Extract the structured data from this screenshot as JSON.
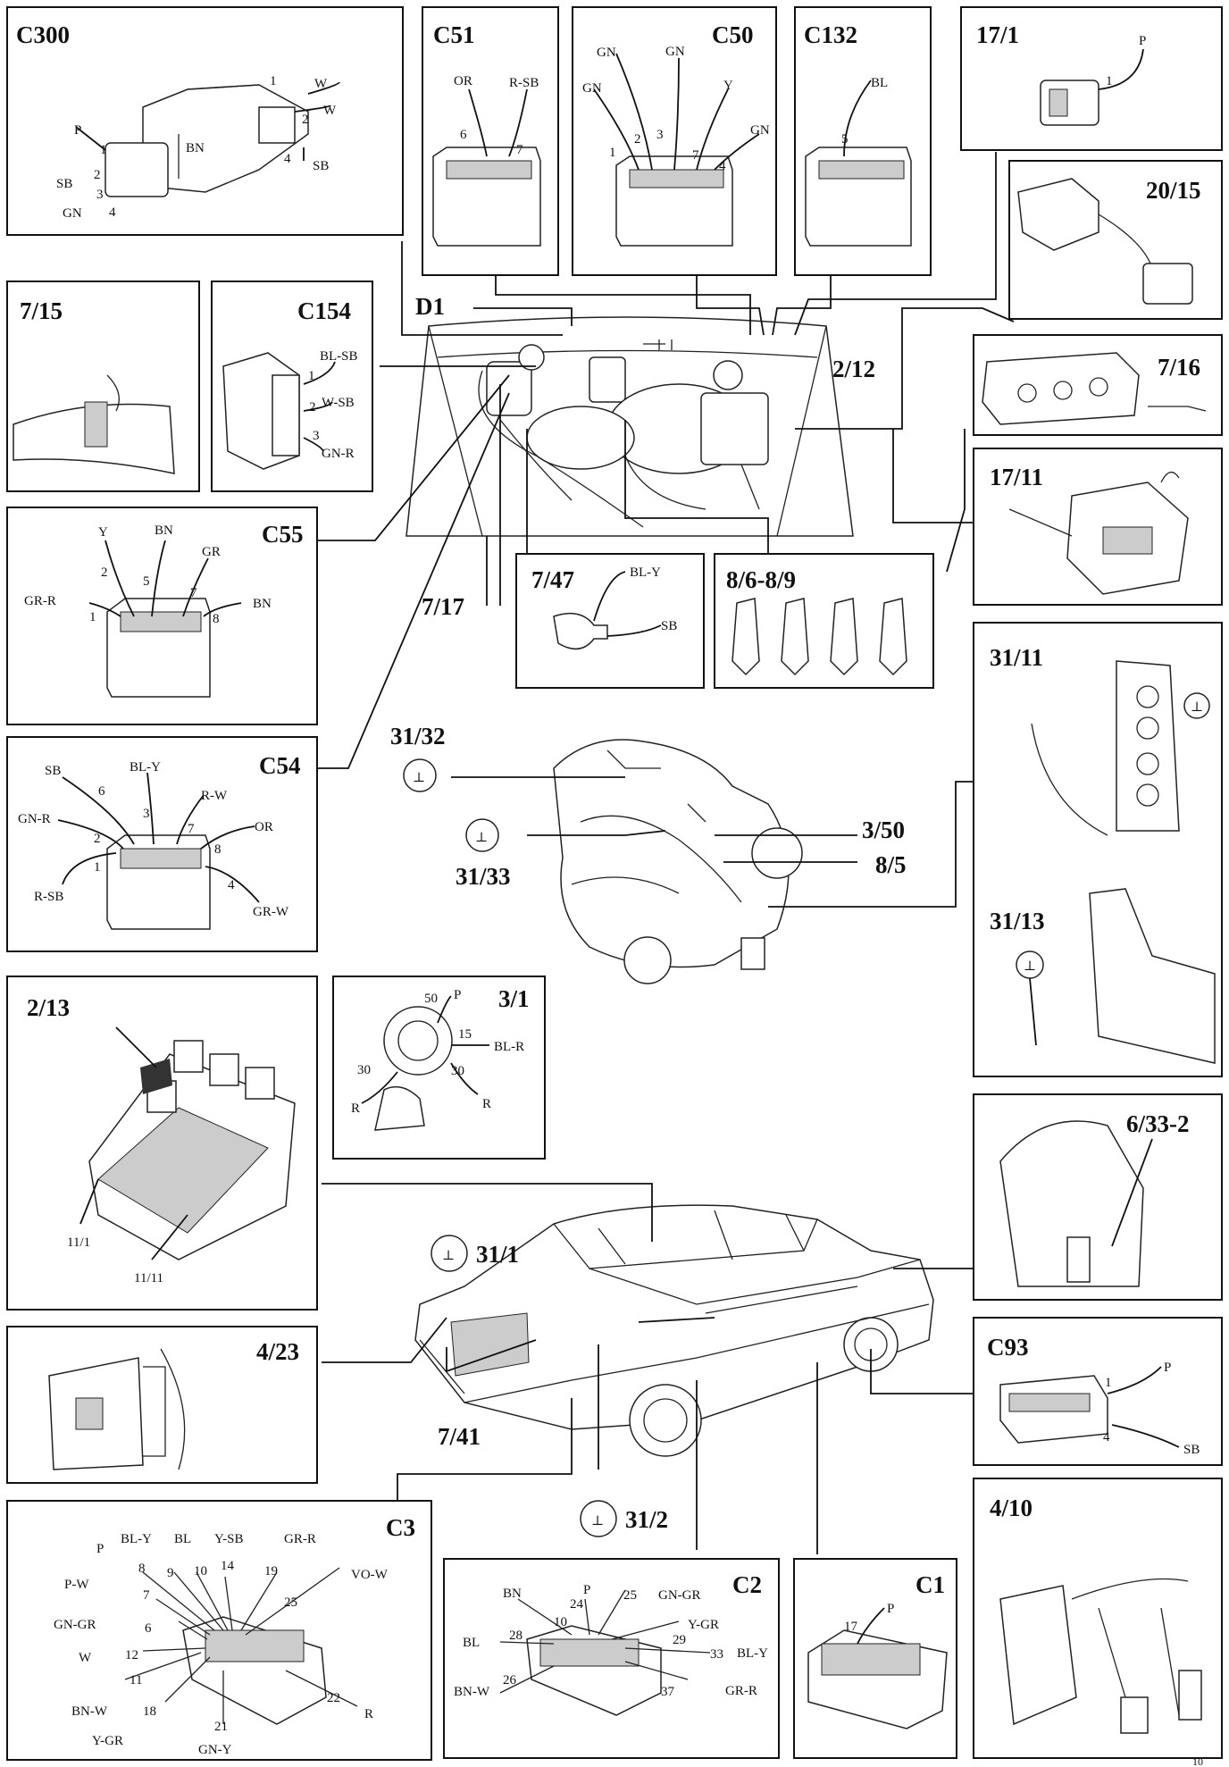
{
  "components": {
    "c300": {
      "title": "C300",
      "wires": [
        "W",
        "W",
        "SB",
        "P",
        "SB",
        "GN",
        "BN"
      ],
      "pins": [
        "1",
        "2",
        "4",
        "1",
        "2",
        "3",
        "4"
      ]
    },
    "c51": {
      "title": "C51",
      "wires": [
        "OR",
        "R-SB"
      ],
      "pins": [
        "6",
        "7"
      ]
    },
    "c50": {
      "title": "C50",
      "wires": [
        "GN",
        "GN",
        "GN",
        "Y",
        "GN"
      ],
      "pins": [
        "1",
        "2",
        "3",
        "7",
        "4"
      ]
    },
    "c132": {
      "title": "C132",
      "wires": [
        "BL"
      ],
      "pins": [
        "5"
      ]
    },
    "c17_1": {
      "title": "17/1",
      "wires": [
        "P"
      ],
      "pins": [
        "1"
      ]
    },
    "c20_15": {
      "title": "20/15"
    },
    "c7_15": {
      "title": "7/15"
    },
    "c154": {
      "title": "C154",
      "wires": [
        "BL-SB",
        "W-SB",
        "GN-R"
      ],
      "pins": [
        "1",
        "2",
        "3"
      ]
    },
    "d1": {
      "title": "D1"
    },
    "c2_12": {
      "title": "2/12"
    },
    "c7_16": {
      "title": "7/16"
    },
    "c17_11": {
      "title": "17/11"
    },
    "c55": {
      "title": "C55",
      "wires": [
        "Y",
        "BN",
        "GR",
        "GR-R",
        "BN"
      ],
      "pins": [
        "2",
        "5",
        "7",
        "1",
        "8"
      ]
    },
    "c7_17": {
      "title": "7/17"
    },
    "c7_47": {
      "title": "7/47",
      "wires": [
        "BL-Y",
        "SB"
      ]
    },
    "c8_6": {
      "title": "8/6-8/9"
    },
    "c31_11": {
      "title": "31/11"
    },
    "c54": {
      "title": "C54",
      "wires": [
        "SB",
        "BL-Y",
        "R-W",
        "GN-R",
        "OR",
        "R-SB",
        "GR-W"
      ],
      "pins": [
        "6",
        "3",
        "7",
        "2",
        "8",
        "1",
        "4"
      ]
    },
    "c31_32": {
      "title": "31/32"
    },
    "c31_33": {
      "title": "31/33"
    },
    "c3_50": {
      "title": "3/50"
    },
    "c8_5": {
      "title": "8/5"
    },
    "c31_13": {
      "title": "31/13"
    },
    "c2_13": {
      "title": "2/13",
      "sub": [
        "11/1",
        "11/11"
      ]
    },
    "c3_1": {
      "title": "3/1",
      "wires": [
        "P",
        "BL-R",
        "R",
        "R"
      ],
      "pins": [
        "50",
        "15",
        "30",
        "30"
      ]
    },
    "c6_33": {
      "title": "6/33-2"
    },
    "c31_1": {
      "title": "31/1"
    },
    "c4_23": {
      "title": "4/23"
    },
    "c7_41": {
      "title": "7/41"
    },
    "c93": {
      "title": "C93",
      "wires": [
        "P",
        "SB"
      ],
      "pins": [
        "1",
        "4"
      ]
    },
    "c31_2": {
      "title": "31/2"
    },
    "c3": {
      "title": "C3",
      "wires": [
        "P",
        "BL-Y",
        "BL",
        "Y-SB",
        "GR-R",
        "P-W",
        "VO-W",
        "GN-GR",
        "W",
        "BN-W",
        "Y-GR",
        "GN-Y",
        "R"
      ],
      "pins": [
        "8",
        "9",
        "10",
        "14",
        "19",
        "7",
        "25",
        "6",
        "12",
        "11",
        "18",
        "21",
        "22"
      ]
    },
    "c2": {
      "title": "C2",
      "wires": [
        "BN",
        "P",
        "GN-GR",
        "Y-GR",
        "BL",
        "BL-Y",
        "BN-W",
        "GR-R"
      ],
      "pins": [
        "10",
        "24",
        "25",
        "29",
        "28",
        "33",
        "26",
        "37"
      ]
    },
    "c1": {
      "title": "C1",
      "wires": [
        "P"
      ],
      "pins": [
        "17"
      ]
    },
    "c4_10": {
      "title": "4/10"
    }
  },
  "ground_symbol": "⊥",
  "corner_text": "10"
}
